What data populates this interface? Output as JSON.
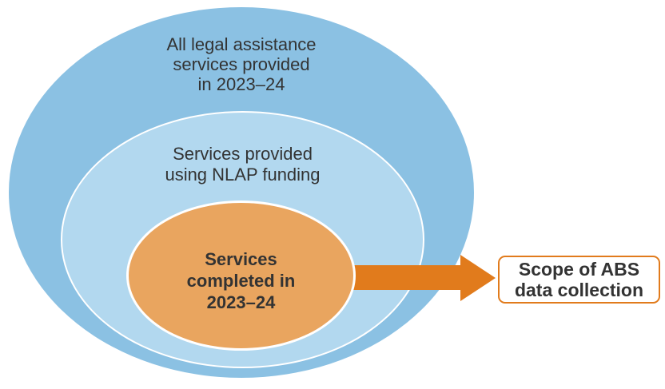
{
  "diagram": {
    "type": "nested-ellipse-diagram",
    "background_color": "#FFFFFF",
    "text_color": "#333333",
    "outer_ellipse": {
      "label": "All legal assistance\nservices provided\nin 2023–24",
      "fill_color": "#8BC1E3"
    },
    "middle_ellipse": {
      "label": "Services provided\nusing NLAP funding",
      "fill_color": "#B2D8EF",
      "border_color": "#FFFFFF"
    },
    "inner_ellipse": {
      "label": "Services\ncompleted in\n2023–24",
      "fill_color": "#E9A55F",
      "border_color": "#FFFFFF"
    },
    "arrow": {
      "direction": "right",
      "color": "#E17B1C"
    },
    "callout_box": {
      "label": "Scope of ABS\ndata collection",
      "border_color": "#E17B1C",
      "background_color": "#FFFFFF"
    }
  }
}
